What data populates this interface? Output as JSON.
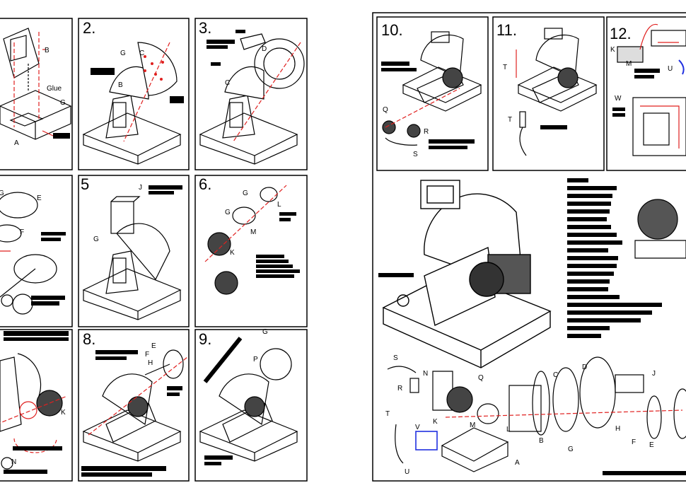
{
  "panels": [
    {
      "id": "p1",
      "number": "",
      "labels": [
        "B",
        "Glue",
        "G",
        "A"
      ]
    },
    {
      "id": "p2",
      "number": "2.",
      "labels": [
        "G",
        "C",
        "B"
      ]
    },
    {
      "id": "p3",
      "number": "3.",
      "labels": [
        "D",
        "C"
      ]
    },
    {
      "id": "p4",
      "number": "",
      "labels": [
        "G",
        "E",
        "F"
      ]
    },
    {
      "id": "p5",
      "number": "5",
      "labels": [
        "J",
        "G"
      ]
    },
    {
      "id": "p6",
      "number": "6.",
      "labels": [
        "G",
        "G",
        "L",
        "M",
        "K"
      ]
    },
    {
      "id": "p7",
      "number": "",
      "labels": [
        "K",
        "N"
      ]
    },
    {
      "id": "p8",
      "number": "8.",
      "labels": [
        "E",
        "F",
        "H"
      ]
    },
    {
      "id": "p9",
      "number": "9.",
      "labels": [
        "G",
        "P"
      ]
    },
    {
      "id": "p10",
      "number": "10.",
      "labels": [
        "Q",
        "R",
        "S"
      ]
    },
    {
      "id": "p11",
      "number": "11.",
      "labels": [
        "T",
        "T"
      ]
    },
    {
      "id": "p12",
      "number": "12.",
      "labels": [
        "K",
        "M",
        "U",
        "W"
      ]
    }
  ],
  "exploded_labels": [
    "S",
    "N",
    "R",
    "T",
    "V",
    "K",
    "M",
    "L",
    "Q",
    "B",
    "C",
    "D",
    "J",
    "H",
    "F",
    "E",
    "G",
    "U",
    "A"
  ],
  "colors": {
    "line": "#000000",
    "redline": "#e0201f",
    "blue": "#2030e0",
    "redaction": "#000000"
  }
}
